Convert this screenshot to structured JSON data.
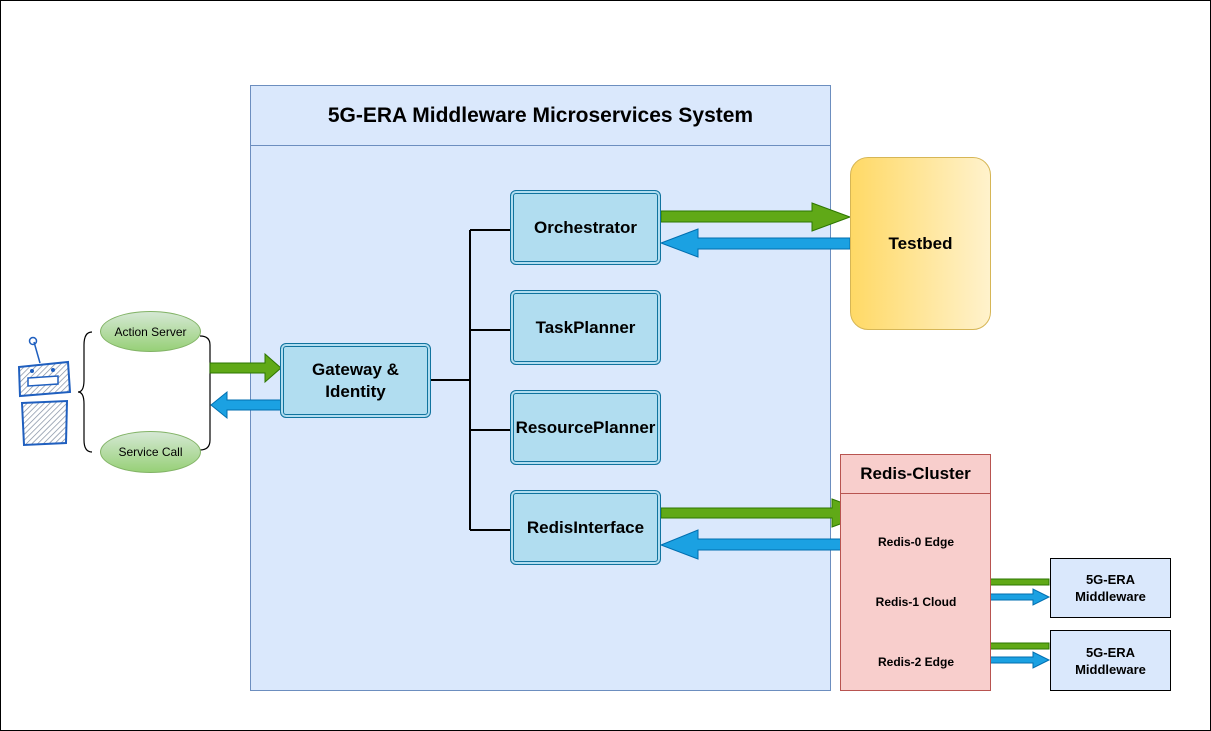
{
  "system": {
    "title": "5G-ERA Middleware Microservices System"
  },
  "gateway": {
    "line1": "Gateway &",
    "line2": "Identity"
  },
  "services": {
    "orchestrator": "Orchestrator",
    "taskplanner": "TaskPlanner",
    "resourceplanner": "ResourcePlanner",
    "redisinterface": "RedisInterface"
  },
  "testbed": "Testbed",
  "redis_cluster": {
    "title": "Redis-Cluster",
    "nodes": [
      "Redis-0 Edge",
      "Redis-1 Cloud",
      "Redis-2 Edge"
    ]
  },
  "external": [
    {
      "line1": "5G-ERA",
      "line2": "Middleware"
    },
    {
      "line1": "5G-ERA",
      "line2": "Middleware"
    }
  ],
  "robot_inputs": {
    "action_server": "Action Server",
    "service_call": "Service Call"
  },
  "colors": {
    "green_arrow": "#60a917",
    "blue_arrow": "#1ba1e2",
    "service_fill": "#b1ddf0",
    "redis_fill": "#f8cecc",
    "db_fill": "#ea6b66"
  },
  "icons": {
    "robot": "robot-icon"
  }
}
